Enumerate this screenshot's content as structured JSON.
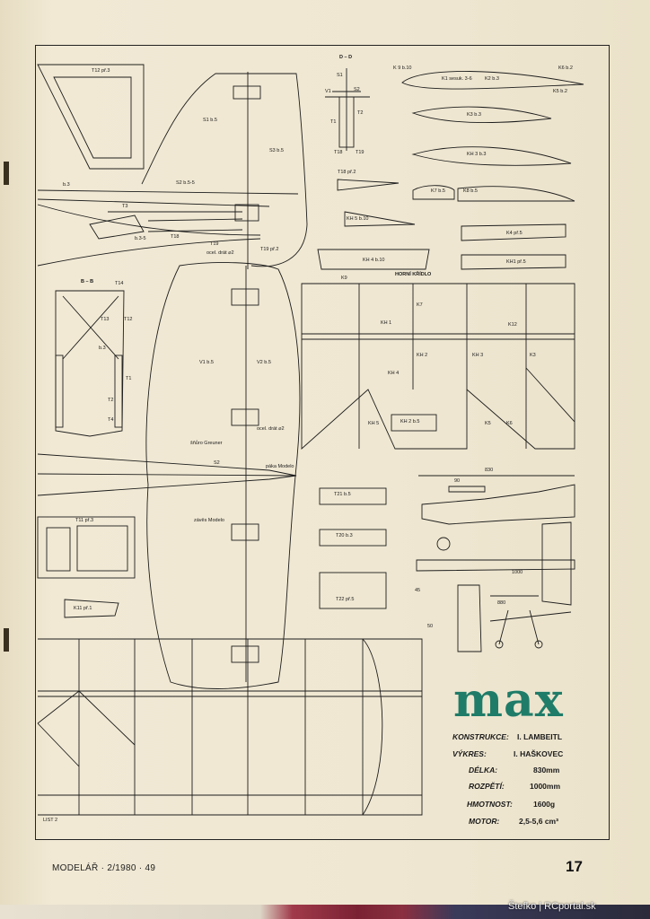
{
  "labels": {
    "t12": "T12 př.3",
    "s1": "S1 b.5",
    "s3": "S3 b.5",
    "s2": "S2 b.5-5",
    "b3": "b.3",
    "t3": "T3",
    "b35": "b.3-5",
    "t18a": "T18",
    "t19a": "T19",
    "ocel1": "ocel. drát ⌀2",
    "t19p2": "T19 př.2",
    "dd": "D – D",
    "dd_s1": "S1",
    "dd_v1": "V1",
    "dd_s2": "S2",
    "dd_t1": "T1",
    "dd_t2": "T2",
    "dd_t18": "T18",
    "dd_t19": "T19",
    "t18p2": "T18 př.2",
    "kh5": "KH 5 b.10",
    "kh4": "KH 4 b.10",
    "k9": "K 9 b.10",
    "k1": "K1 sesuk. 3-6",
    "k2": "K2 b.3",
    "k6": "K6 b.2",
    "k5": "K5 b.2",
    "k3": "K3 b.3",
    "kh3": "KH 3 b.3",
    "k7": "K7 b.5",
    "k8": "K8 b.5",
    "k4p": "K4 př.5",
    "kh1p": "KH1 př.5",
    "bb": "B – B",
    "t14": "T14",
    "t13": "T13",
    "t12b": "T12",
    "bb_b3": "b.3",
    "t1": "T1",
    "t2": "T2",
    "t4": "T4",
    "v1": "V1 b.5",
    "v2": "V2 b.5",
    "ocel2": "ocel. drát ⌀2",
    "sklo": "šňůro Greuner",
    "s2b": "S2",
    "packa": "páka Modelo",
    "zaves": "závěs Modelo",
    "t11": "T11 př.3",
    "k11": "K11 př.1",
    "horni": "HORNÍ KŘÍDLO",
    "w_k9": "K9",
    "w_k7": "K7",
    "w_kh1": "KH 1",
    "w_kh2": "KH 2",
    "w_kh3": "KH 3",
    "w_k12": "K12",
    "w_k3": "K3",
    "w_kh4": "KH 4",
    "w_kh5": "KH 5",
    "w_kh2b": "KH 2 b.5",
    "w_k5": "K5",
    "w_k6": "K6",
    "t21": "T21 b.5",
    "t20": "T20 b.3",
    "t22": "T22 př.5",
    "d830": "830",
    "d90": "90",
    "d1000": "1000",
    "d880": "880",
    "d45": "45",
    "d50": "50",
    "list": "LIST 2"
  },
  "title": "max",
  "specs": [
    {
      "key": "KONSTRUKCE:",
      "value": "I. LAMBEITL"
    },
    {
      "key": "VÝKRES:",
      "value": "I. HAŠKOVEC"
    },
    {
      "key": "DÉLKA:",
      "value": "830mm"
    },
    {
      "key": "ROZPĚTÍ:",
      "value": "1000mm"
    },
    {
      "key": "HMOTNOST:",
      "value": "1600g"
    },
    {
      "key": "MOTOR:",
      "value": "2,5-5,6 cm³"
    }
  ],
  "footer": {
    "magazine": "MODELÁŘ · 2/1980 · 49",
    "page": "17"
  },
  "credit": "Štefko | RCportal.sk"
}
